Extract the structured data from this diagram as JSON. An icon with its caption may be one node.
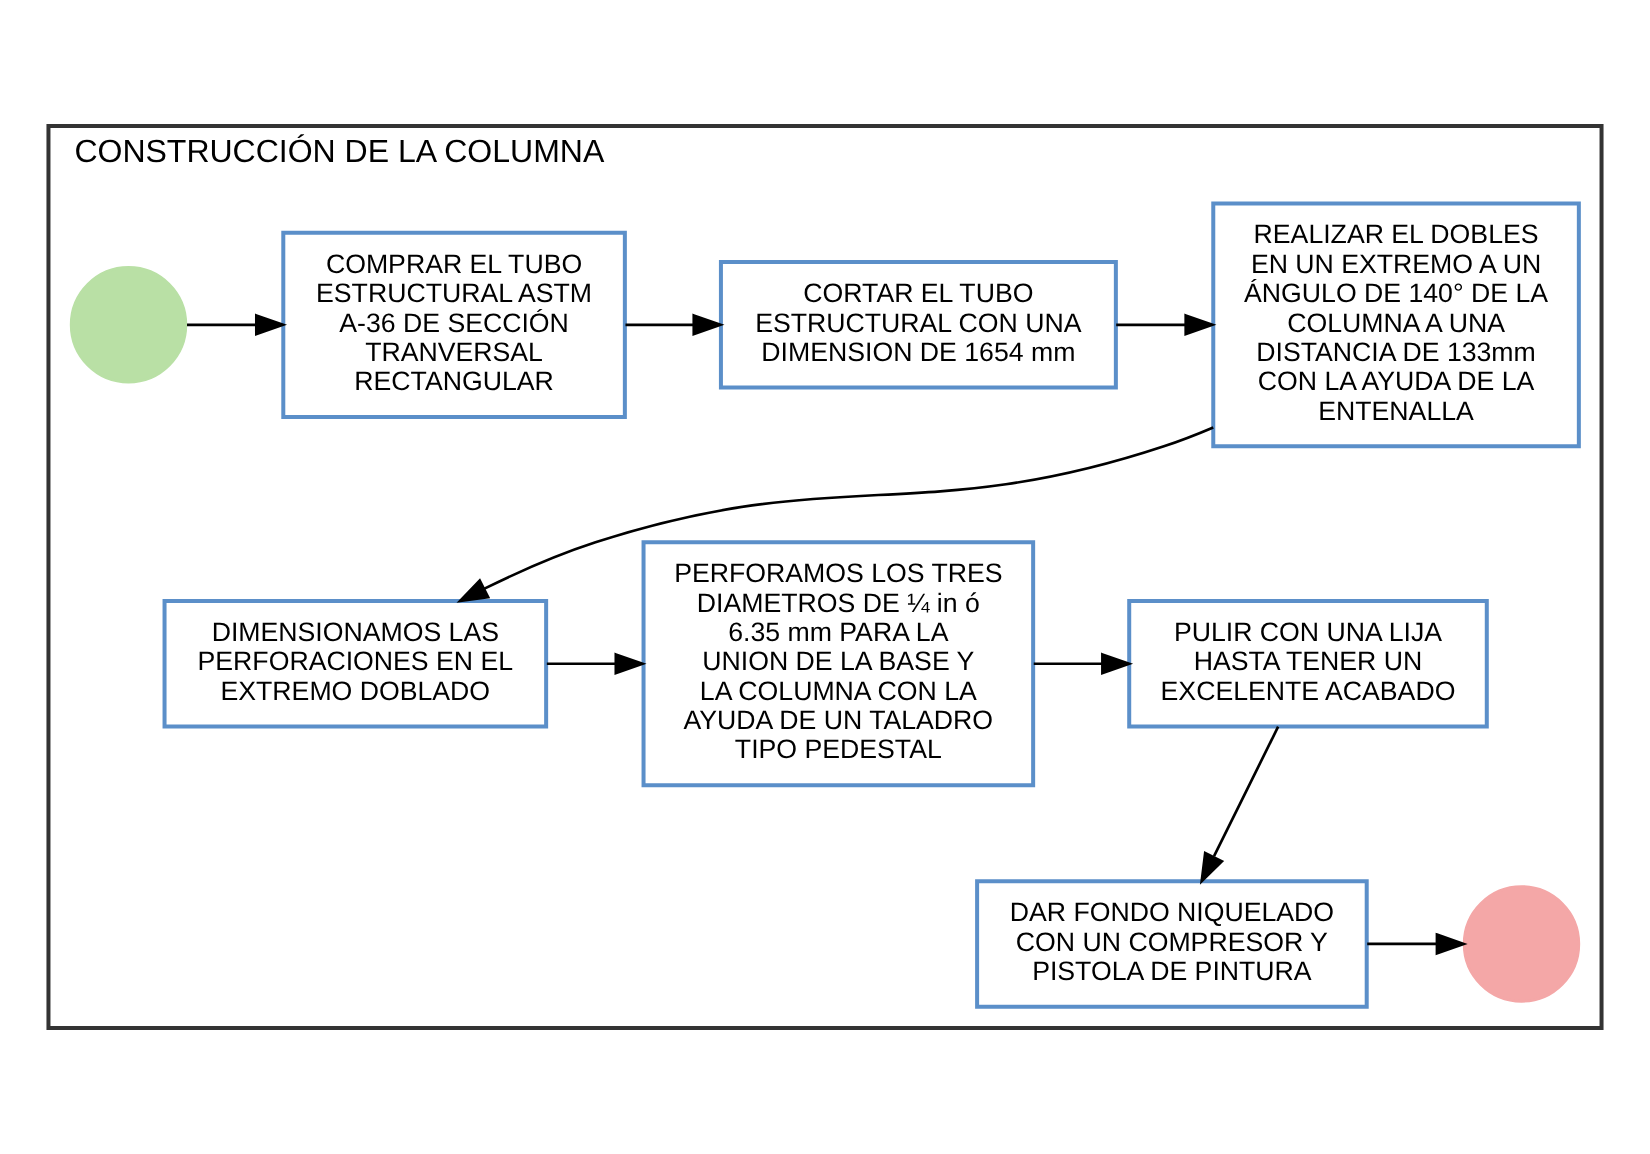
{
  "diagram": {
    "nodes": [
      {
        "text": [
          "CONSTRUCCIÓN DE LA COLUMNA"
        ]
      },
      {
        "text": [],
        "shape": "circle",
        "in": 0
      },
      {
        "text": [
          "COMPRAR EL TUBO ESTRUCTURAL ASTM A-36 DE SECCIÓN TRANVERSAL RECTANGULAR"
        ],
        "in": 0
      },
      {
        "text": [
          "CORTAR EL TUBO ESTRUCTURAL CON UNA DIMENSION DE 1654 mm"
        ],
        "in": 0
      },
      {
        "text": [
          "REALIZAR EL DOBLES EN UN EXTREMO A UN ÁNGULO DE 140° DE LA COLUMNA A UNA DISTANCIA DE 133mm CON LA AYUDA DE LA ENTENALLA"
        ],
        "in": 0
      },
      {
        "text": [
          "DIMENSIONAMOS LAS PERFORACIONES EN EL EXTREMO DOBLADO"
        ],
        "in": 0
      },
      {
        "text": [
          "PERFORAMOS LOS TRES DIAMETROS DE ¼ in ó 6.35 mm PARA LA UNION DE LA BASE Y LA COLUMNA CON LA AYUDA DE UN TALADRO TIPO PEDESTAL"
        ],
        "in": 0
      },
      {
        "text": [
          "PULIR CON UNA LIJA HASTA TENER UN EXCELENTE ACABADO"
        ],
        "in": 0
      },
      {
        "text": [
          "DAR FONDO NIQUELADO CON UN COMPRESOR Y PISTOLA DE PINTURA"
        ],
        "in": 0
      },
      {
        "text": [],
        "shape": "circle",
        "in": 0
      }
    ],
    "edges": [
      {
        "from": 1,
        "to": 2,
        "arrow": "to"
      },
      {
        "from": 2,
        "to": 3,
        "arrow": "to"
      },
      {
        "from": 3,
        "to": 4,
        "arrow": "to"
      },
      {
        "from": 4,
        "to": 5,
        "arrow": "to"
      },
      {
        "from": 5,
        "to": 6,
        "arrow": "to"
      },
      {
        "from": 6,
        "to": 7,
        "arrow": "to"
      },
      {
        "from": 7,
        "to": 8,
        "arrow": "to"
      },
      {
        "from": 8,
        "to": 9,
        "arrow": "to"
      }
    ]
  }
}
